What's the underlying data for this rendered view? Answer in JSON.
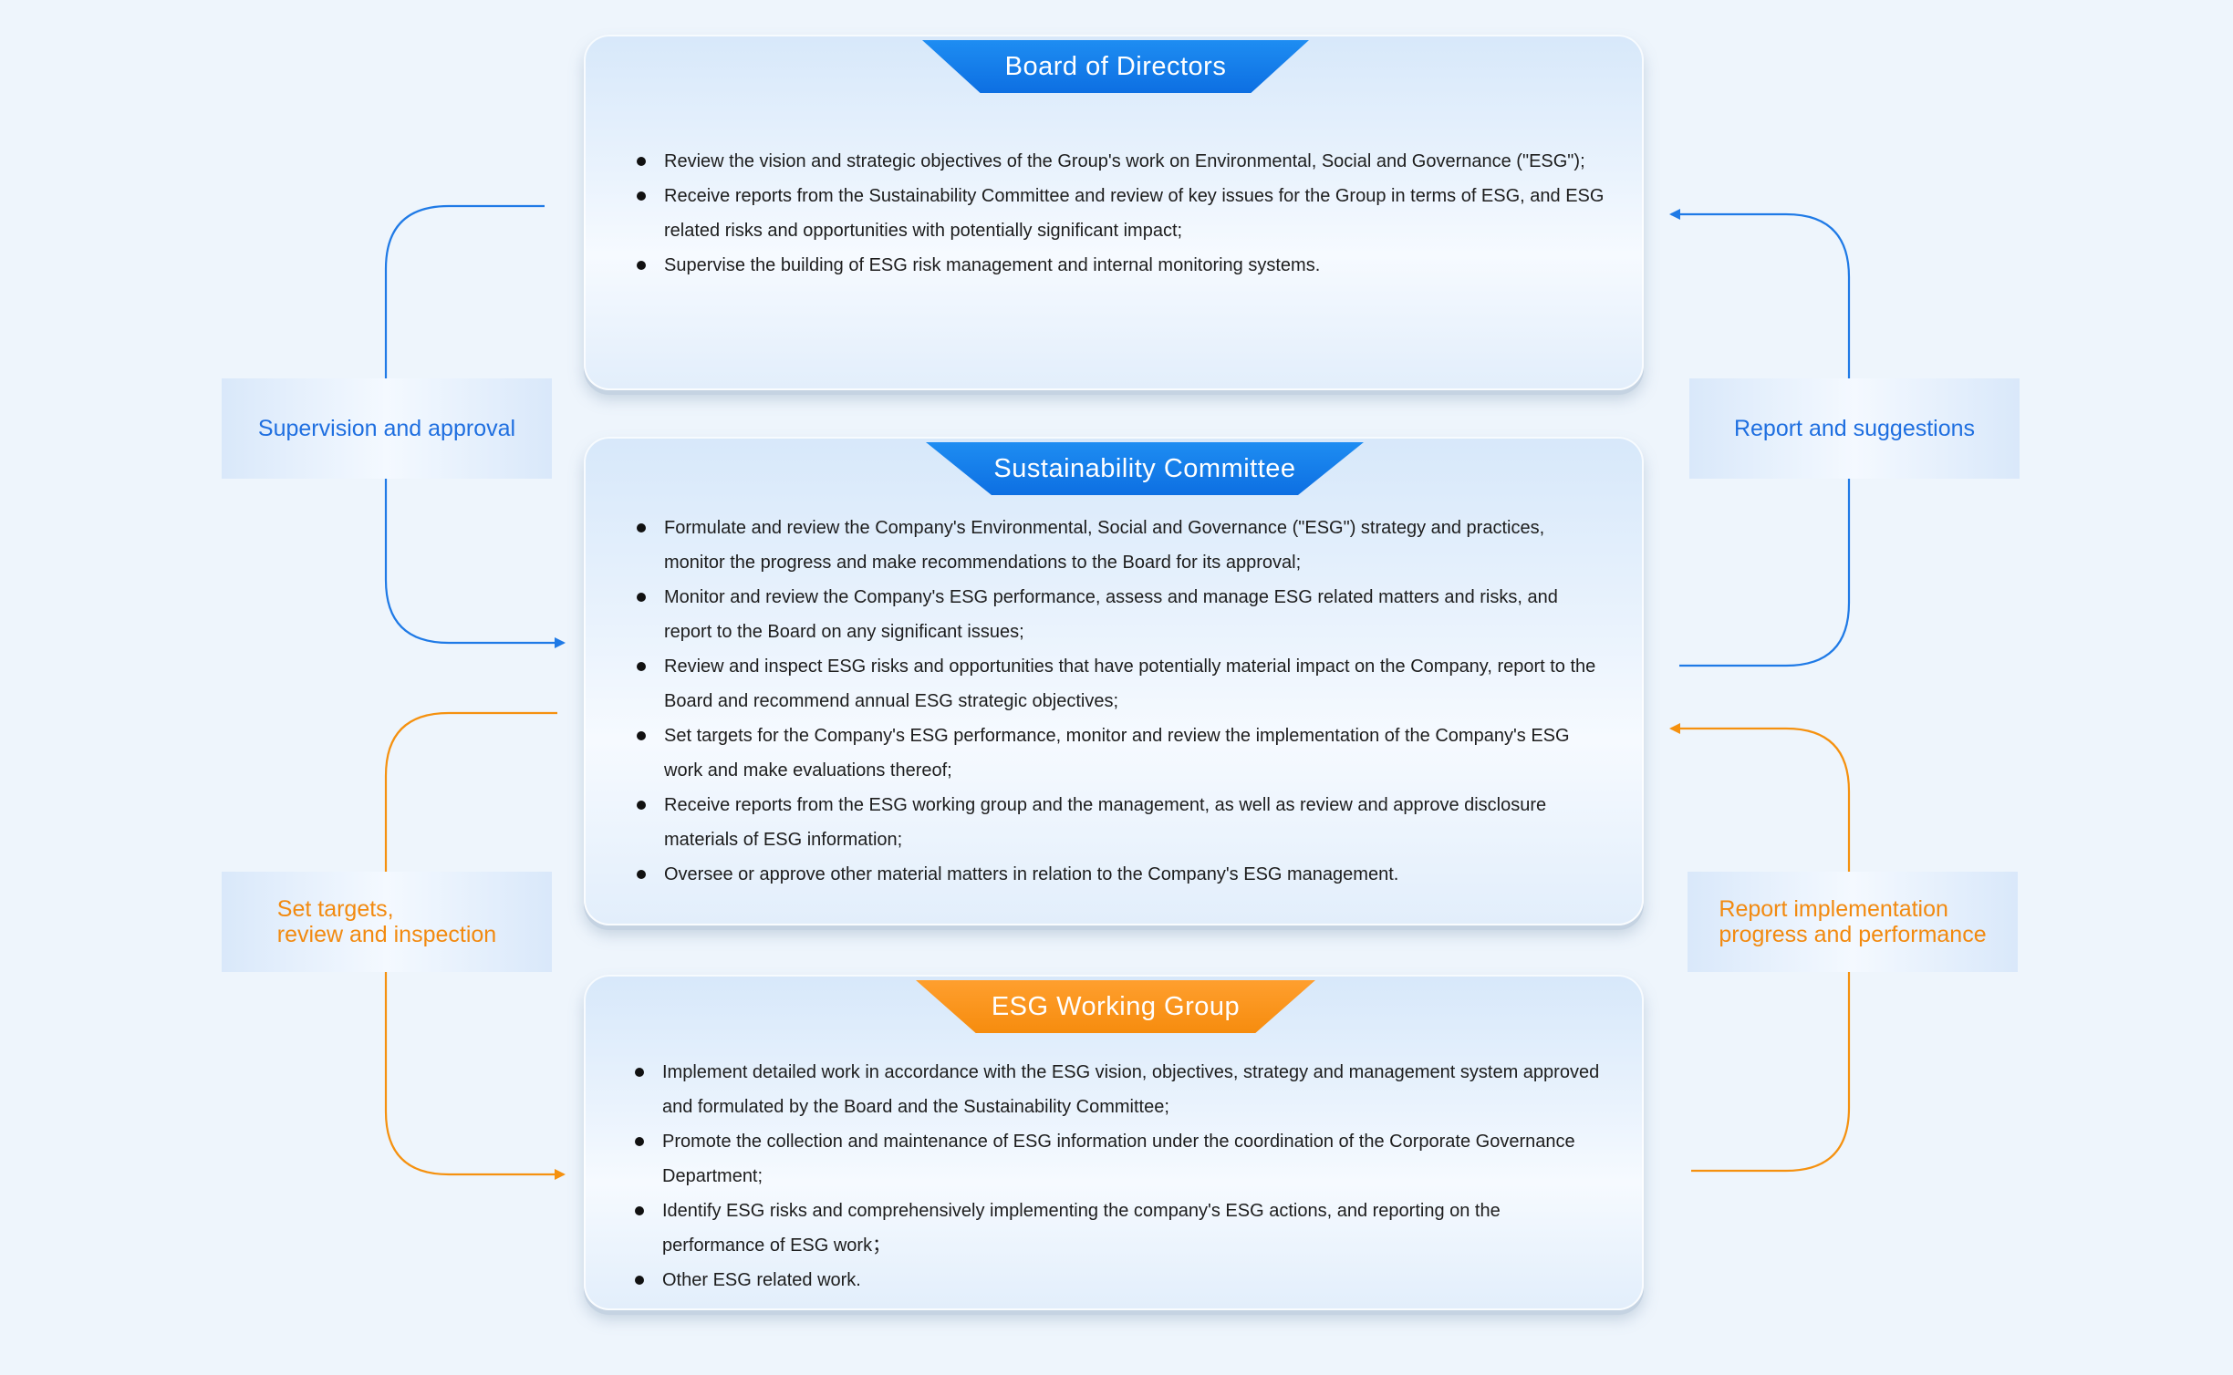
{
  "colors": {
    "blue": "#1f7ae6",
    "orange": "#f5910f",
    "text": "#1d1d1d"
  },
  "board": {
    "title": "Board of Directors",
    "items": [
      "Review the vision and strategic objectives of the Group's work on Environmental, Social and Governance (\"ESG\");",
      "Receive reports from the Sustainability Committee and review of key issues for the Group in terms of ESG, and ESG related risks and opportunities with potentially significant impact;",
      "Supervise the building of ESG risk management and internal monitoring systems."
    ]
  },
  "sustainability": {
    "title": "Sustainability Committee",
    "items": [
      "Formulate and review the Company's Environmental, Social and Governance (\"ESG\") strategy and practices, monitor the progress and make recommendations to the Board for its approval;",
      "Monitor and review the Company's ESG performance, assess and manage ESG related matters and risks, and report to the Board on any significant issues;",
      "Review and inspect ESG risks and opportunities that have potentially material impact on the Company, report to the Board and recommend annual ESG strategic objectives;",
      "Set targets for the Company's ESG performance, monitor and review the implementation of the Company's ESG work and make evaluations thereof;",
      "Receive reports from the ESG working group and the management, as well as review and approve disclosure materials of ESG information;",
      "Oversee or approve other material matters in relation to the Company's ESG management."
    ]
  },
  "working_group": {
    "title": "ESG Working Group",
    "items": [
      "Implement detailed work in accordance with the ESG vision, objectives, strategy and management system approved and formulated by the Board and the Sustainability Committee;",
      "Promote the collection and maintenance of ESG information under the coordination of the Corporate Governance Department;",
      "Identify ESG risks and comprehensively implementing the company's ESG actions, and reporting on the performance of ESG work；",
      "Other ESG related work."
    ]
  },
  "labels": {
    "supervision": "Supervision and approval",
    "report": "Report and suggestions",
    "set_targets_line1": "Set targets,",
    "set_targets_line2": "review and inspection",
    "progress_line1": "Report implementation",
    "progress_line2": "progress and performance"
  }
}
